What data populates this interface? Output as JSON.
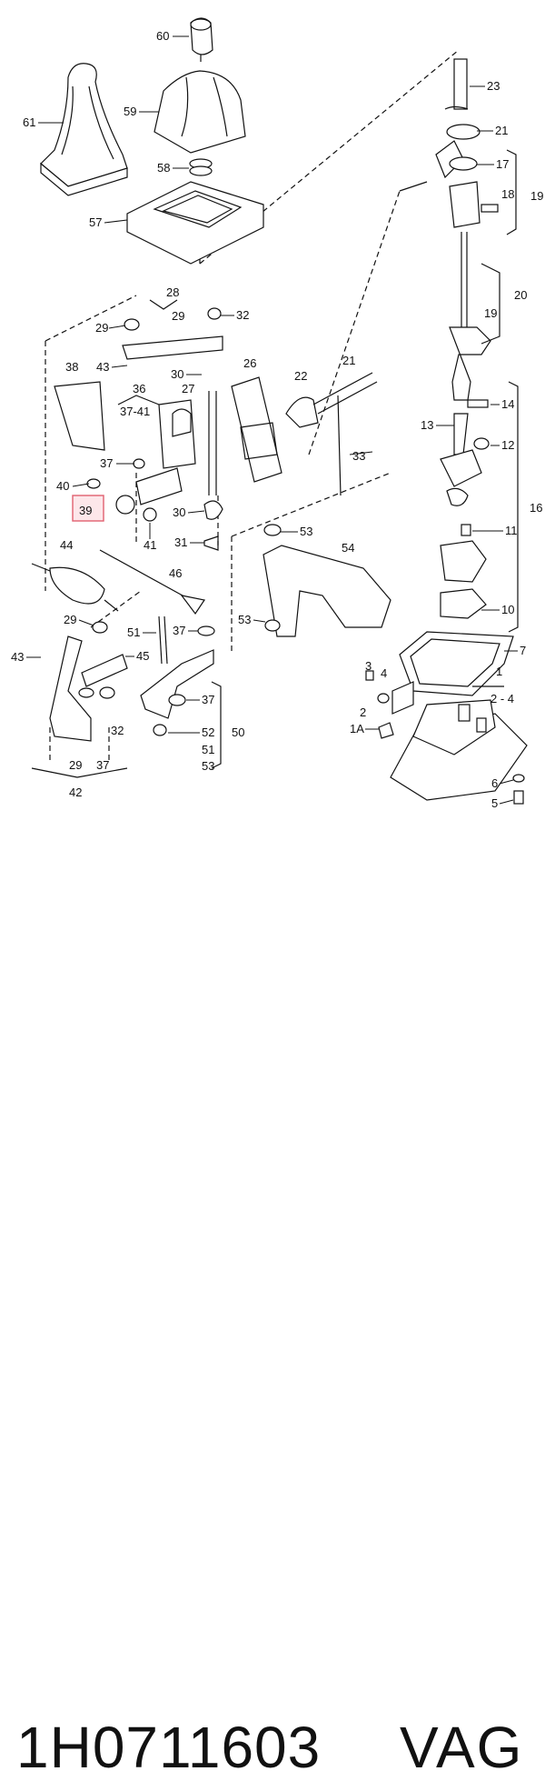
{
  "labels": {
    "l60": "60",
    "l23": "23",
    "l61": "61",
    "l59": "59",
    "l21": "21",
    "l17": "17",
    "l58": "58",
    "l18": "18",
    "l19a": "19",
    "l57": "57",
    "l20": "20",
    "l28": "28",
    "l29a": "29",
    "l32a": "32",
    "l29b": "29",
    "l19b": "19",
    "l43a": "43",
    "l38": "38",
    "l30a": "30",
    "l26": "26",
    "l21b": "21",
    "l22": "22",
    "l36": "36",
    "l27": "27",
    "l3741": "37-41",
    "l14": "14",
    "l13": "13",
    "l12": "12",
    "l33": "33",
    "l37a": "37",
    "l40": "40",
    "l16": "16",
    "l39": "39",
    "l30b": "30",
    "l41": "41",
    "l11": "11",
    "l31": "31",
    "l53a": "53",
    "l44": "44",
    "l54": "54",
    "l46": "46",
    "l10": "10",
    "l29c": "29",
    "l51a": "51",
    "l37b": "37",
    "l53b": "53",
    "l43b": "43",
    "l45": "45",
    "l7": "7",
    "l3": "3",
    "l4": "4",
    "l1": "1",
    "l2": "2",
    "l2-4": "2 - 4",
    "l37c": "37",
    "l32b": "32",
    "l52": "52",
    "l50": "50",
    "l1A": "1A",
    "l51b": "51",
    "l53c": "53",
    "l29d": "29",
    "l37d": "37",
    "l42": "42",
    "l6": "6",
    "l5": "5"
  },
  "highlight_label": "39",
  "highlight_color": "#e06070",
  "footer": {
    "part_number": "1H0711603",
    "brand": "VAG"
  }
}
